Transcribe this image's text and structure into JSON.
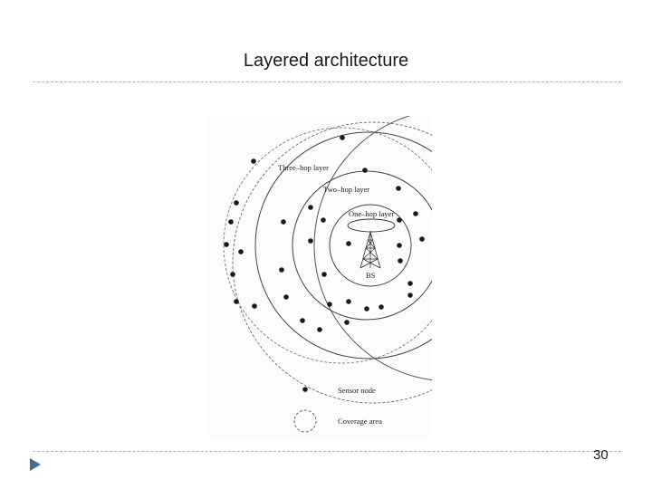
{
  "slide": {
    "title": "Layered architecture",
    "page_number": "30"
  },
  "diagram": {
    "layers": [
      {
        "label": "Three–hop layer"
      },
      {
        "label": "Two–hop layer"
      },
      {
        "label": "One–hop layer"
      }
    ],
    "base_station_label": "BS",
    "legend": {
      "sensor_node": "Sensor node",
      "coverage_area": "Coverage area"
    }
  }
}
